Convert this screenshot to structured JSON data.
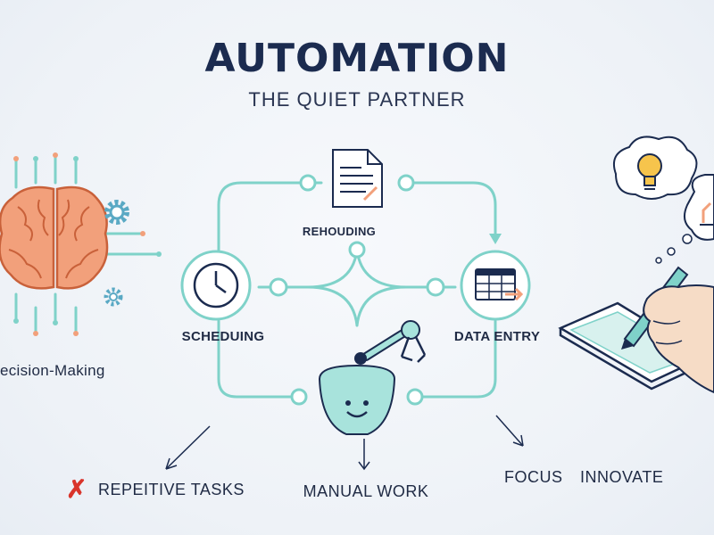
{
  "title": "AUTOMATION",
  "subtitle": "THE QUIET PARTNER",
  "nodes": {
    "center": "REHOUDING",
    "left": "SCHEDUING",
    "right": "DATA ENTRY"
  },
  "brain_label": "ecision-Making",
  "bottom": {
    "repetitive": "REPEITIVE TASKS",
    "manual": "MANUAL WORK",
    "focus": "FOCUS",
    "innovate": "INNOVATE"
  },
  "colors": {
    "teal": "#7fd2c9",
    "brain": "#f2a07b",
    "navy": "#1b2b4f",
    "cross": "#d9342b",
    "robot": "#a8e3dc",
    "lightbulb": "#f6c44c"
  },
  "icons": [
    "document-icon",
    "clock-icon",
    "spreadsheet-icon",
    "brain-icon",
    "gear-icon",
    "robot-icon",
    "lightbulb-icon",
    "chart-icon",
    "pen-icon",
    "tablet-icon",
    "hand-icon",
    "cross-icon"
  ]
}
